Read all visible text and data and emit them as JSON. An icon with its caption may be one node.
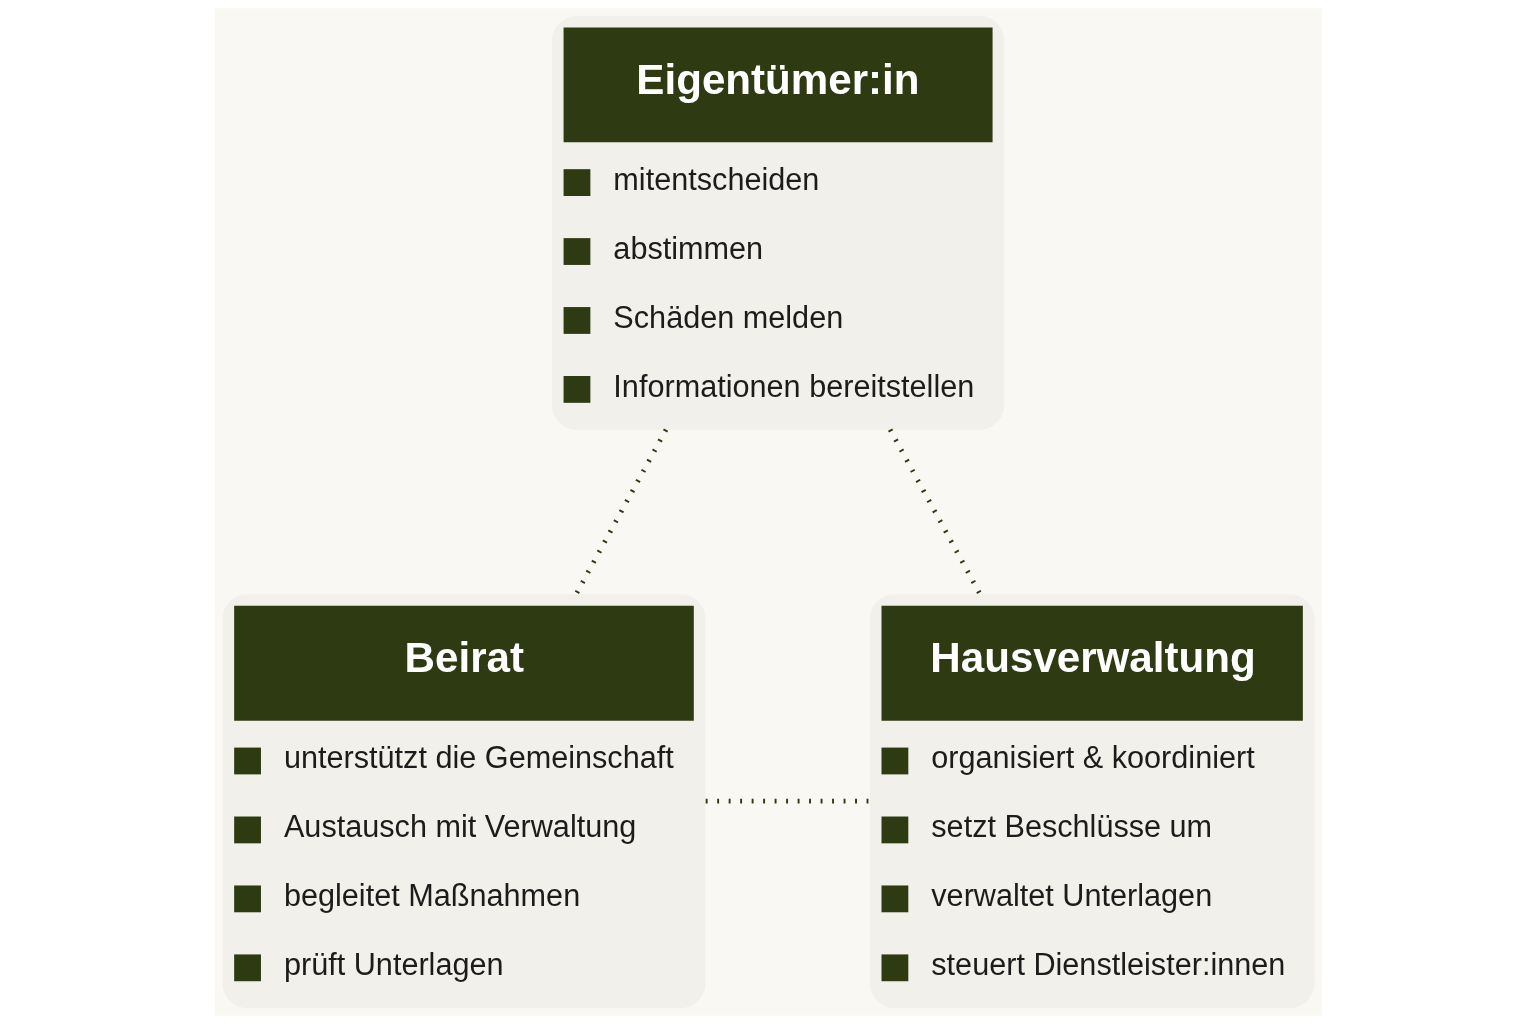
{
  "diagram": {
    "nodes": [
      {
        "text": [
          "Eigentümer:in",
          "mitentscheiden",
          "abstimmen",
          "Schäden melden",
          "Informationen bereitstellen"
        ]
      },
      {
        "text": [
          "Beirat",
          "unterstützt die Gemeinschaft",
          "Austausch mit Verwaltung",
          "begleitet Maßnahmen",
          "prüft Unterlagen"
        ]
      },
      {
        "text": [
          "Hausverwaltung",
          "organisiert & koordiniert",
          "setzt Beschlüsse um",
          "verwaltet Unterlagen",
          "steuert Dienstleister:innen"
        ]
      }
    ],
    "edges": [
      {
        "from": 0,
        "to": 1,
        "arrow": "none"
      },
      {
        "from": 0,
        "to": 2,
        "arrow": "none"
      },
      {
        "from": 1,
        "to": 2,
        "arrow": "none"
      }
    ]
  }
}
